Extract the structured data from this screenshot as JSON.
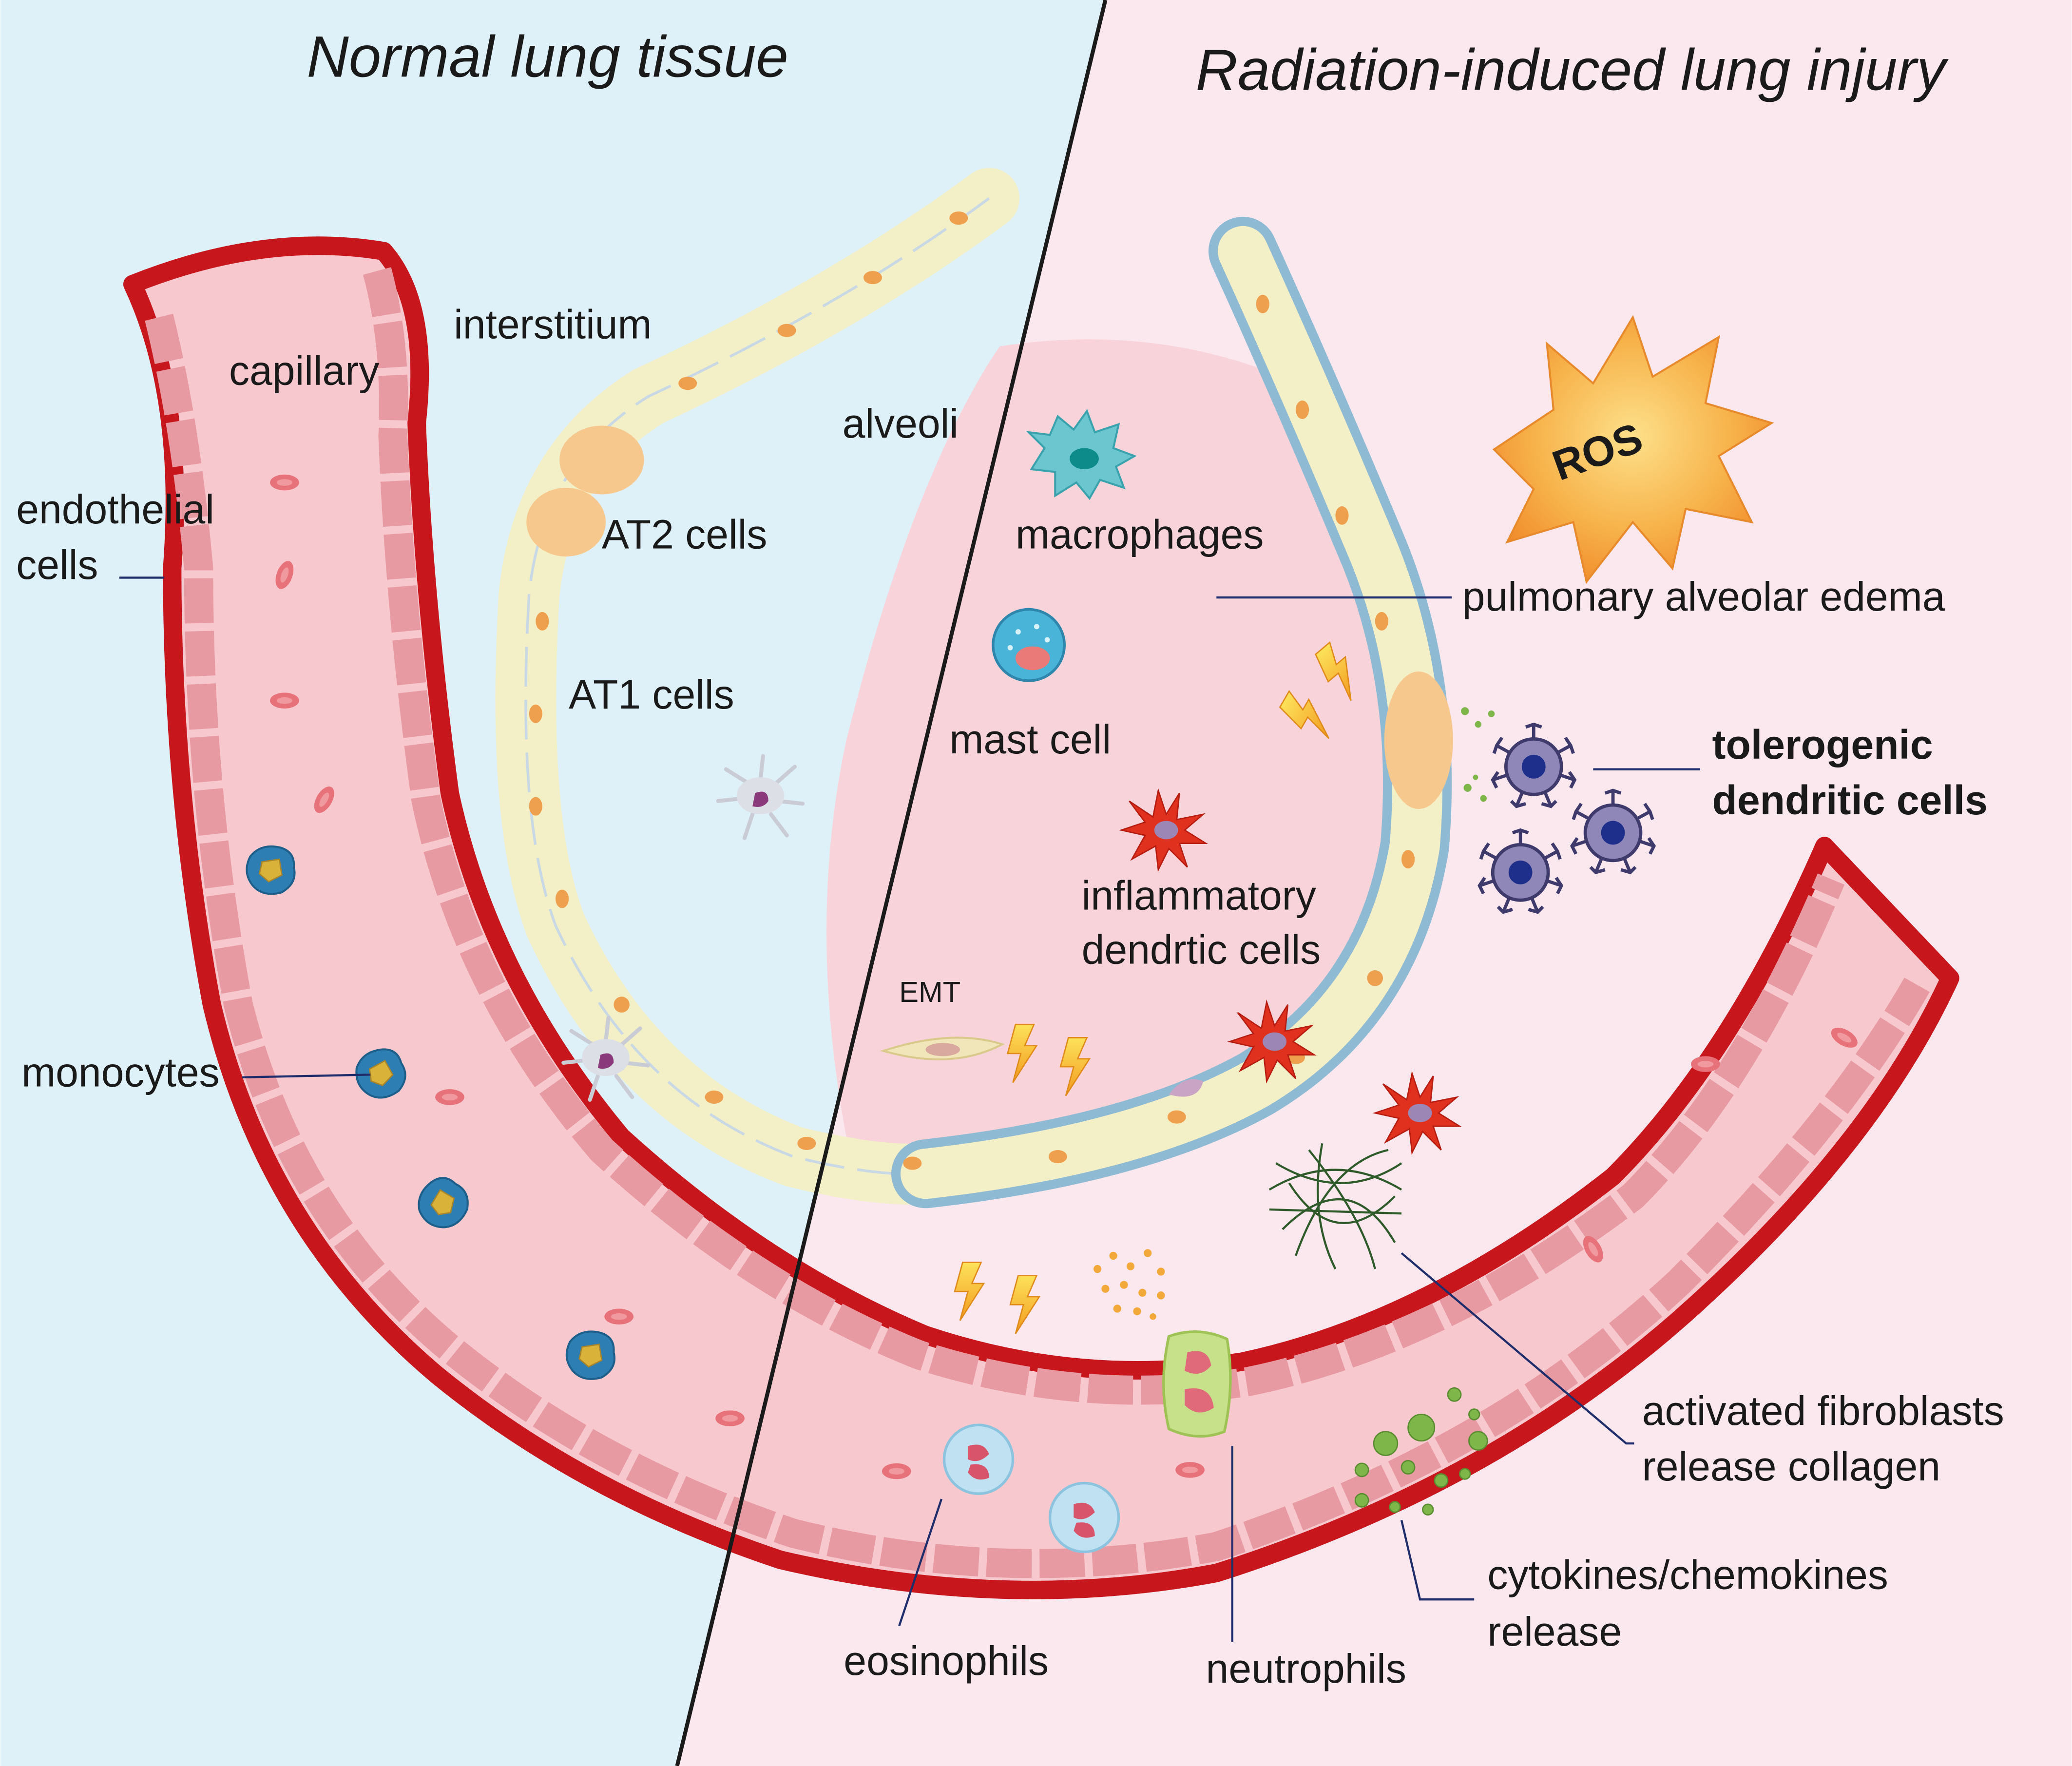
{
  "titles": {
    "left": "Normal lung tissue",
    "right": "Radiation-induced lung injury"
  },
  "labels": {
    "interstitium": "interstitium",
    "capillary": "capillary",
    "alveoli": "alveoli",
    "endothelial_1": "endothelial",
    "endothelial_2": "cells",
    "at2": "AT2 cells",
    "at1": "AT1 cells",
    "monocytes": "monocytes",
    "macrophages": "macrophages",
    "edema": "pulmonary alveolar edema",
    "mast": "mast cell",
    "tol_1": "tolerogenic",
    "tol_2": "dendritic cells",
    "infl_1": "inflammatory",
    "infl_2": "dendrtic cells",
    "emt": "EMT",
    "fib_1": "activated fibroblasts",
    "fib_2": "release collagen",
    "cyto_1": "cytokines/chemokines",
    "cyto_2": "release",
    "eosinophils": "eosinophils",
    "neutrophils": "neutrophils",
    "ros": "ROS"
  },
  "colors": {
    "left_bg": "#dff1f8",
    "right_bg": "#fbe7ee",
    "vessel_wall": "#c8161d",
    "vessel_fill": "#f7c8ce",
    "alveolus_wall": "#f3efc6",
    "injured_wall": "#8fbad3",
    "edema": "#f8d4da",
    "leader": "#1f2d6b"
  }
}
